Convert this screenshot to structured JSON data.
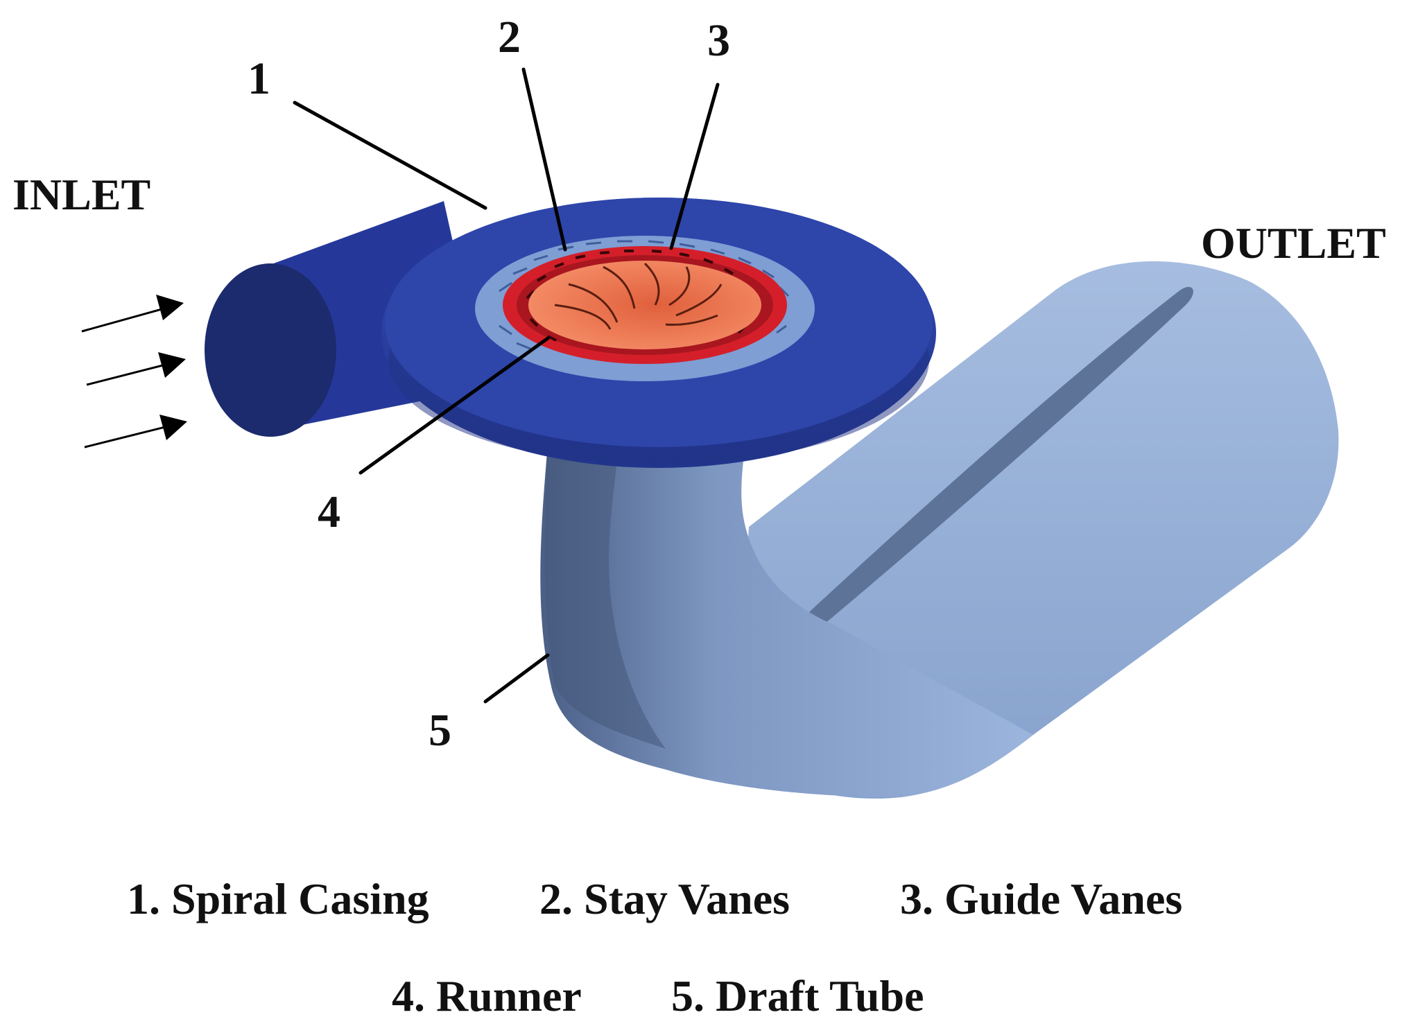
{
  "inlet_label": "INLET",
  "outlet_label": "OUTLET",
  "callouts": [
    "1",
    "2",
    "3",
    "4",
    "5"
  ],
  "legend": {
    "line1": [
      "1. Spiral Casing",
      "2. Stay Vanes",
      "3. Guide Vanes"
    ],
    "line2": [
      "4. Runner",
      "5. Draft Tube"
    ]
  },
  "colors": {
    "spiral_casing": "#2a3f9e",
    "spiral_casing_dark": "#1b2a78",
    "stay_vanes": "#7c9ad0",
    "guide_ring": "#d41f2a",
    "runner": "#ef7a55",
    "draft_tube": "#8eaad6",
    "draft_tube_shadow": "#5a7297"
  }
}
